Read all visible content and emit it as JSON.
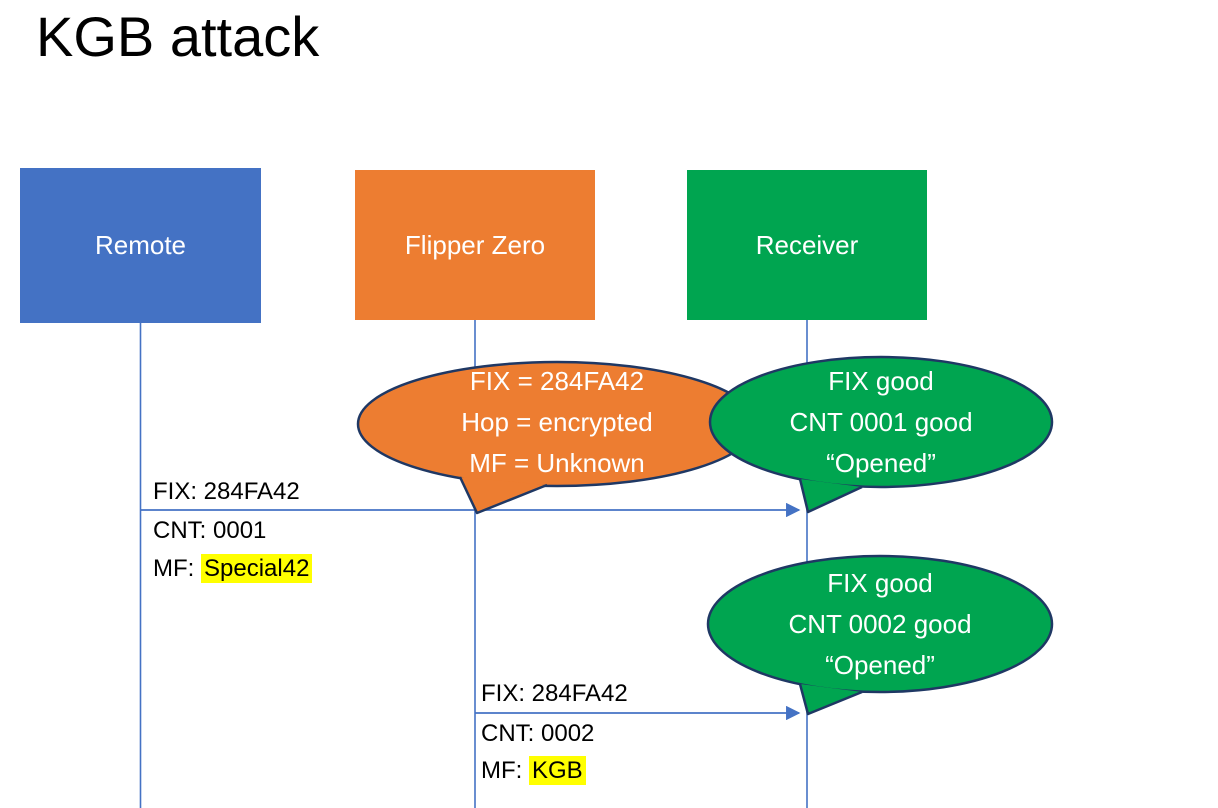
{
  "title": "KGB attack",
  "colors": {
    "remote_blue": "#4472C4",
    "flipper_orange": "#ED7D31",
    "receiver_green": "#00A550",
    "outline_navy": "#1F3864",
    "connector_blue": "#4472C4",
    "highlight_yellow": "#FFFF00"
  },
  "actors": [
    {
      "label": "Remote",
      "color": "#4472C4"
    },
    {
      "label": "Flipper Zero",
      "color": "#ED7D31"
    },
    {
      "label": "Receiver",
      "color": "#00A550"
    }
  ],
  "callouts": [
    {
      "speaker": "Flipper Zero",
      "color": "#ED7D31",
      "lines": [
        "FIX = 284FA42",
        "Hop = encrypted",
        "MF = Unknown"
      ]
    },
    {
      "speaker": "Receiver",
      "color": "#00A550",
      "lines": [
        "FIX good",
        "CNT 0001 good",
        "“Opened”"
      ]
    },
    {
      "speaker": "Receiver",
      "color": "#00A550",
      "lines": [
        "FIX good",
        "CNT 0002 good",
        "“Opened”"
      ]
    }
  ],
  "messages": [
    {
      "from": "Remote",
      "to": "Receiver",
      "fix": "FIX: 284FA42",
      "cnt": "CNT: 0001",
      "mf_label": "MF: ",
      "mf_value": "Special42"
    },
    {
      "from": "Flipper Zero",
      "to": "Receiver",
      "fix": "FIX: 284FA42",
      "cnt": "CNT: 0002",
      "mf_label": "MF: ",
      "mf_value": "KGB"
    }
  ]
}
